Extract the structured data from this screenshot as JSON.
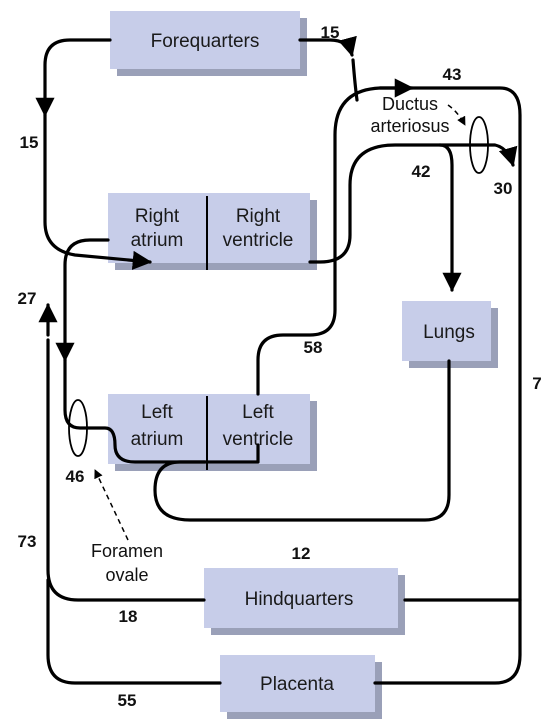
{
  "colors": {
    "box_fill": "#c7cde9",
    "box_shadow": "#9aa0b8",
    "line": "#000000"
  },
  "boxes": {
    "forequarters": "Forequarters",
    "right_atrium": [
      "Right",
      "atrium"
    ],
    "right_ventricle": [
      "Right",
      "ventricle"
    ],
    "left_atrium": [
      "Left",
      "atrium"
    ],
    "left_ventricle": [
      "Left",
      "ventricle"
    ],
    "lungs": "Lungs",
    "hindquarters": "Hindquarters",
    "placenta": "Placenta"
  },
  "labels": {
    "ductus": [
      "Ductus",
      "arteriosus"
    ],
    "foramen": [
      "Foramen",
      "ovale"
    ]
  },
  "numbers": {
    "n15_top": "15",
    "n15_left": "15",
    "n43": "43",
    "n42": "42",
    "n30": "30",
    "n27": "27",
    "n58": "58",
    "n7": "7",
    "n46": "46",
    "n73": "73",
    "n12": "12",
    "n18": "18",
    "n55": "55"
  }
}
